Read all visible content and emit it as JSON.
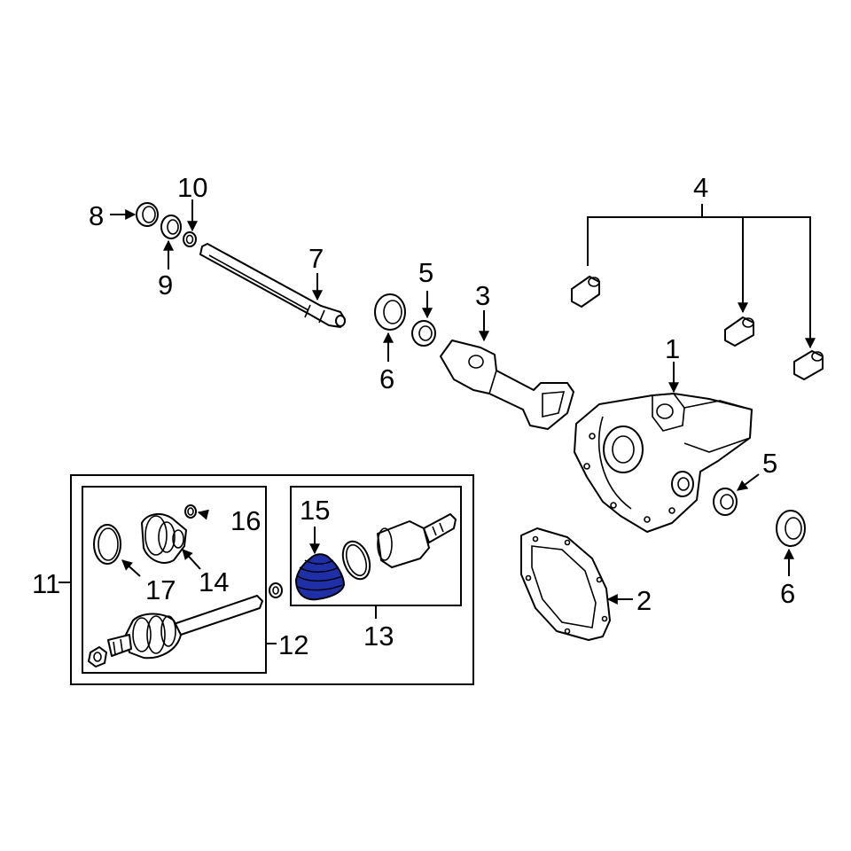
{
  "highlight_color": "#1f2fa8",
  "callouts": {
    "c1": "1",
    "c2": "2",
    "c3": "3",
    "c4": "4",
    "c5a": "5",
    "c5b": "5",
    "c6a": "6",
    "c6b": "6",
    "c7": "7",
    "c8": "8",
    "c9": "9",
    "c10": "10",
    "c11": "11",
    "c12": "12",
    "c13": "13",
    "c14": "14",
    "c15": "15",
    "c16": "16",
    "c17": "17"
  }
}
